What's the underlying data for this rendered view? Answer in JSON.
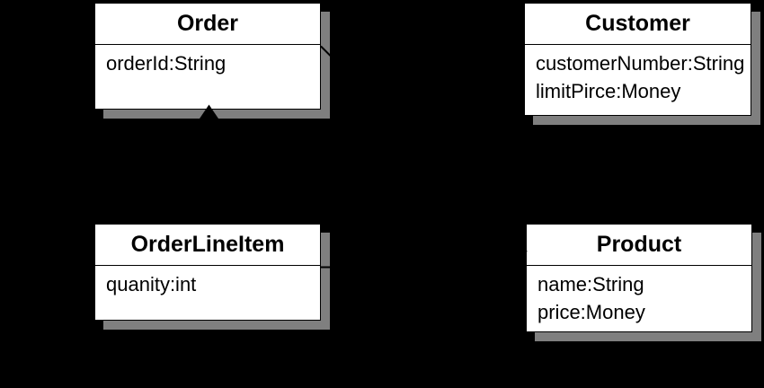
{
  "diagram": {
    "type": "uml-class-diagram",
    "colors": {
      "background": "#000000",
      "box_fill": "#ffffff",
      "box_border": "#000000",
      "shadow": "#7f7f7f",
      "text": "#000000",
      "connector": "#000000"
    },
    "classes": [
      {
        "name": "Order",
        "attributes": [
          "orderId:String"
        ]
      },
      {
        "name": "Customer",
        "attributes": [
          "customerNumber:String",
          "limitPirce:Money"
        ]
      },
      {
        "name": "OrderLineItem",
        "attributes": [
          "quanity:int"
        ]
      },
      {
        "name": "Product",
        "attributes": [
          "name:String",
          "price:Money"
        ]
      }
    ],
    "connectors": [
      {
        "name": "orderlineitem-to-order",
        "from": "OrderLineItem",
        "to": "Order",
        "shape": "vertical-line",
        "marker": "filled-arrowhead-at-order-bottom"
      },
      {
        "name": "orderlineitem-to-product",
        "from": "OrderLineItem",
        "to": "Product",
        "shape": "horizontal-line",
        "marker": "none"
      },
      {
        "name": "order-diagonal",
        "from": "Order",
        "to": "",
        "shape": "diagonal-line-down-right",
        "marker": "none"
      }
    ]
  }
}
